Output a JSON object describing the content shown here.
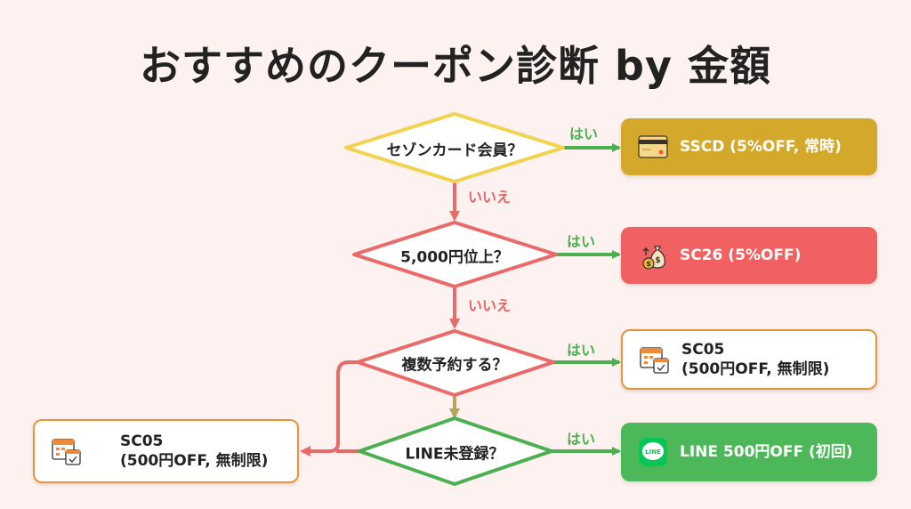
{
  "title": "おすすめのクーポン診断 by 金額",
  "decisions": [
    {
      "text": "セゾンカード会員？"
    },
    {
      "text": "5,000円位上？"
    },
    {
      "text": "複数予約する？"
    },
    {
      "text": "LINE未登録？"
    }
  ],
  "labels": {
    "yes": "はい",
    "no": "いいえ"
  },
  "results": [
    {
      "line1": "SSCD (5%OFF, 常時)",
      "icon": "credit-card-icon"
    },
    {
      "line1": "SC26 (5%OFF)",
      "icon": "money-bag-icon"
    },
    {
      "line1": "SC05",
      "line2": "(500円OFF, 無制限)",
      "icon": "calendar-icon"
    },
    {
      "line1": "LINE 500円OFF (初回)",
      "icon": "line-logo-icon",
      "logo_text": "LINE"
    },
    {
      "line1": "SC05",
      "line2": "(500円OFF, 無制限)",
      "icon": "calendar-icon"
    }
  ],
  "colors": {
    "gold": "#d4a82a",
    "red": "#f26161",
    "green": "#4cb85a",
    "orange": "#e8943a",
    "bg": "#fdf2f0"
  }
}
